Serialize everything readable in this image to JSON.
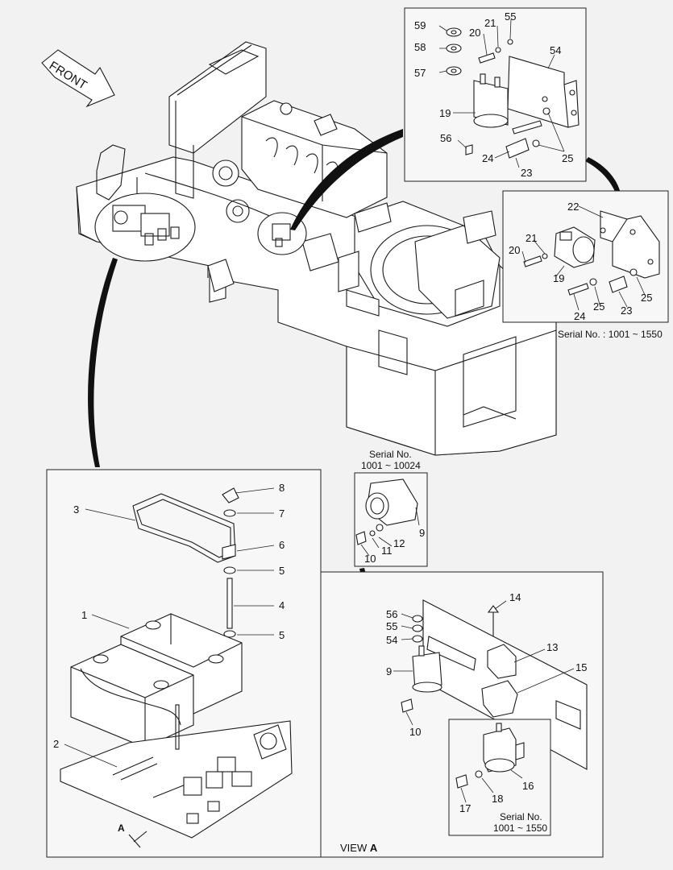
{
  "front_label": "FRONT",
  "view_label_prefix": "VIEW",
  "view_label_letter": "A",
  "section_a_letter": "A",
  "serial_captions": {
    "top_right": "Serial No. : 1001 ~ 1550",
    "middle_line1": "Serial No.",
    "middle_line2": "1001 ~ 10024",
    "bottom_line1": "Serial No.",
    "bottom_line2": "1001 ~ 1550"
  },
  "callouts": {
    "top_inset": [
      "59",
      "58",
      "57",
      "21",
      "20",
      "55",
      "54",
      "19",
      "56",
      "24",
      "23",
      "25"
    ],
    "right_inset": [
      "22",
      "21",
      "20",
      "19",
      "24",
      "25",
      "23",
      "25"
    ],
    "battery_panel": [
      "8",
      "7",
      "3",
      "6",
      "5",
      "4",
      "1",
      "5",
      "2"
    ],
    "middle_inset": [
      "9",
      "12",
      "11",
      "10"
    ],
    "view_a_panel": [
      "14",
      "56",
      "55",
      "54",
      "13",
      "15",
      "9",
      "10",
      "16",
      "17",
      "18"
    ]
  }
}
